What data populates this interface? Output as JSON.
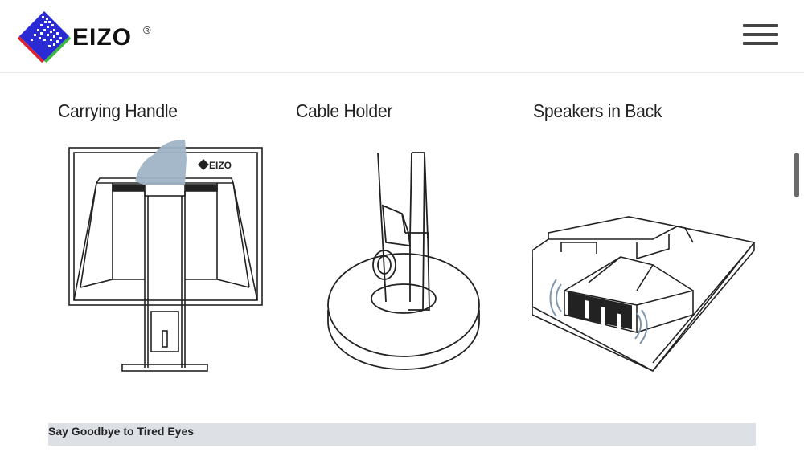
{
  "header": {
    "brand": "EIZO",
    "reg_mark": "®",
    "menu_icon": "hamburger-menu-icon"
  },
  "features": [
    {
      "title": "Carrying Handle"
    },
    {
      "title": "Cable Holder"
    },
    {
      "title": "Speakers in Back"
    }
  ],
  "illustrations": {
    "monitor_logo_text": "EIZO"
  },
  "section": {
    "title": "Say Goodbye to Tired Eyes"
  },
  "colors": {
    "logo_blue": "#2b2bd6",
    "logo_red": "#e0202a",
    "logo_green": "#3cb83c",
    "section_bg": "#dde1e6",
    "hand_highlight": "#9fb4c7"
  }
}
